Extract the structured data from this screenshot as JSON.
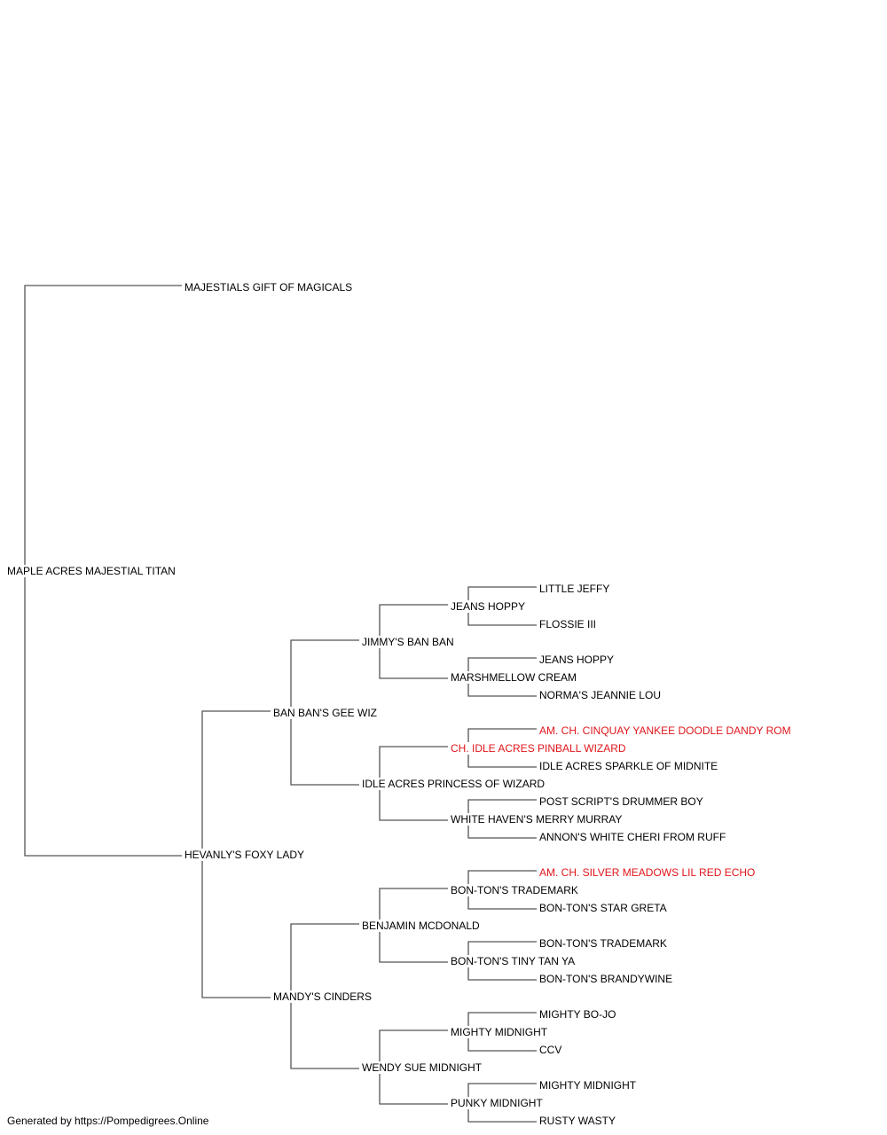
{
  "pedigree": {
    "subject": {
      "name": "MAPLE ACRES MAJESTIAL TITAN"
    },
    "sire": {
      "name": "MAJESTIALS GIFT OF MAGICALS"
    },
    "dam": {
      "name": "HEVANLY'S FOXY LADY",
      "sire": {
        "name": "BAN BAN'S GEE WIZ",
        "sire": {
          "name": "JIMMY'S BAN BAN",
          "sire": {
            "name": "JEANS HOPPY",
            "sire": {
              "name": "LITTLE JEFFY"
            },
            "dam": {
              "name": "FLOSSIE III"
            }
          },
          "dam": {
            "name": "MARSHMELLOW CREAM",
            "sire": {
              "name": "JEANS HOPPY"
            },
            "dam": {
              "name": "NORMA'S JEANNIE LOU"
            }
          }
        },
        "dam": {
          "name": "IDLE ACRES PRINCESS OF WIZARD",
          "sire": {
            "name": "CH. IDLE ACRES PINBALL WIZARD",
            "champion": true,
            "sire": {
              "name": "AM. CH. CINQUAY YANKEE DOODLE DANDY ROM",
              "champion": true
            },
            "dam": {
              "name": "IDLE ACRES SPARKLE OF MIDNITE"
            }
          },
          "dam": {
            "name": "WHITE HAVEN'S MERRY MURRAY",
            "sire": {
              "name": "POST SCRIPT'S DRUMMER BOY"
            },
            "dam": {
              "name": "ANNON'S WHITE CHERI FROM RUFF"
            }
          }
        }
      },
      "dam": {
        "name": "MANDY'S CINDERS",
        "sire": {
          "name": "BENJAMIN MCDONALD",
          "sire": {
            "name": "BON-TON'S TRADEMARK",
            "sire": {
              "name": "AM. CH. SILVER MEADOWS LIL RED ECHO",
              "champion": true
            },
            "dam": {
              "name": "BON-TON'S STAR GRETA"
            }
          },
          "dam": {
            "name": "BON-TON'S TINY TAN YA",
            "sire": {
              "name": "BON-TON'S TRADEMARK"
            },
            "dam": {
              "name": "BON-TON'S BRANDYWINE"
            }
          }
        },
        "dam": {
          "name": "WENDY SUE MIDNIGHT",
          "sire": {
            "name": "MIGHTY MIDNIGHT",
            "sire": {
              "name": "MIGHTY BO-JO"
            },
            "dam": {
              "name": "CCV"
            }
          },
          "dam": {
            "name": "PUNKY MIDNIGHT",
            "sire": {
              "name": "MIGHTY MIDNIGHT"
            },
            "dam": {
              "name": "RUSTY WASTY"
            }
          }
        }
      }
    }
  },
  "colors": {
    "champion": "#e0161b",
    "normal": "#000000",
    "connector": "#555555"
  },
  "footer": {
    "text": "Generated by https://Pompedigrees.Online"
  }
}
